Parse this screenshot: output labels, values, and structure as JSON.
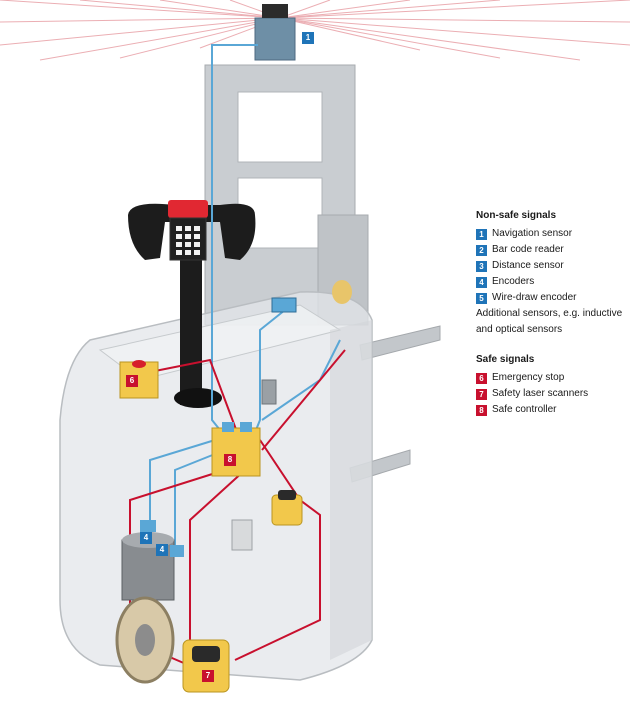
{
  "legend": {
    "non_safe": {
      "title": "Non-safe signals",
      "items": [
        {
          "num": "1",
          "label": "Navigation sensor"
        },
        {
          "num": "2",
          "label": "Bar code reader"
        },
        {
          "num": "3",
          "label": "Distance sensor"
        },
        {
          "num": "4",
          "label": "Encoders"
        },
        {
          "num": "5",
          "label": "Wire-draw encoder"
        }
      ],
      "note": "Additional sensors, e.g. inductive and optical sensors"
    },
    "safe": {
      "title": "Safe signals",
      "items": [
        {
          "num": "6",
          "label": "Emergency stop"
        },
        {
          "num": "7",
          "label": "Safety laser scanners"
        },
        {
          "num": "8",
          "label": "Safe controller"
        }
      ]
    }
  },
  "callouts": {
    "nav": "1",
    "estop": "6",
    "controller": "8",
    "encoder_a": "4",
    "encoder_b": "4",
    "scanner": "7"
  },
  "colors": {
    "non_safe": "#1f74b8",
    "safe": "#c8102e",
    "laser_rays": "#e8a0a6",
    "body": "#d9dcdf"
  }
}
